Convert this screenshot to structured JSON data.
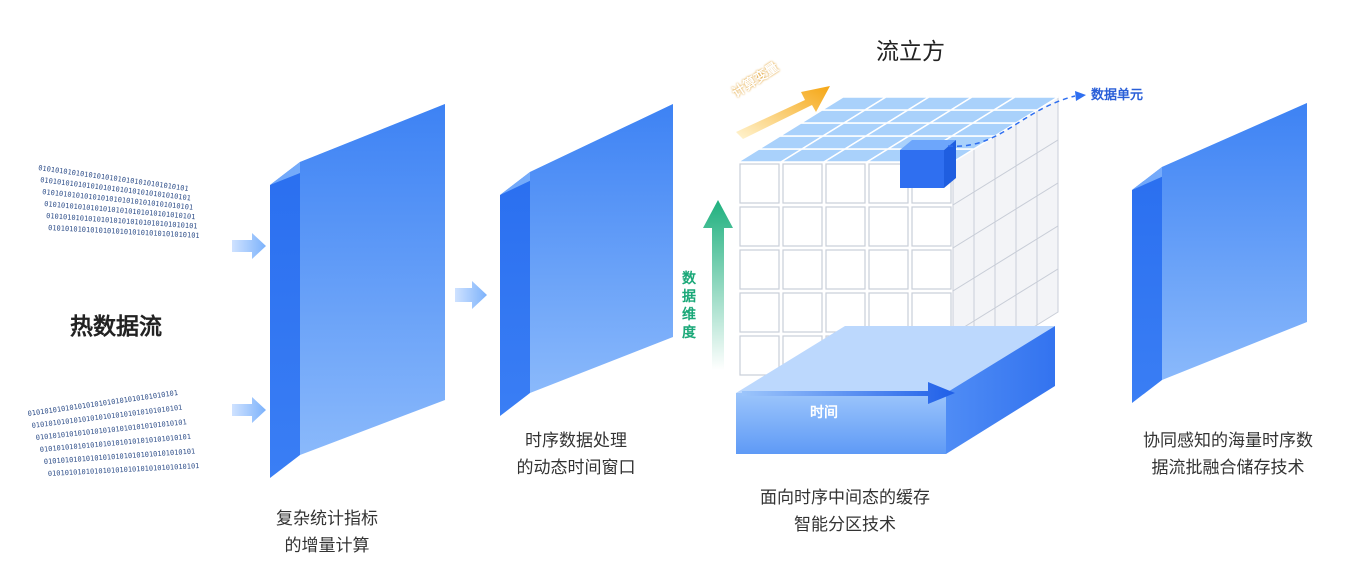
{
  "hot_stream": {
    "title": "热数据流"
  },
  "panel1": {
    "caption_line1": "复杂统计指标",
    "caption_line2": "的增量计算"
  },
  "panel2": {
    "caption_line1": "时序数据处理",
    "caption_line2": "的动态时间窗口"
  },
  "cube": {
    "title": "流立方",
    "calc_axis": "计算变量",
    "data_unit": "数据单元",
    "time_axis": "时间",
    "dimension_axis": "数据维度",
    "caption_line1": "面向时序中间态的缓存",
    "caption_line2": "智能分区技术"
  },
  "panel4": {
    "caption_line1": "协同感知的海量时序数",
    "caption_line2": "据流批融合储存技术"
  },
  "binary_stream_text": "010101010101010101010101010101010101",
  "colors": {
    "panel_blue": "#4d8ff6",
    "accent_blue": "#2f6ff0",
    "orange": "#f5a614",
    "green": "#1fb07e"
  }
}
